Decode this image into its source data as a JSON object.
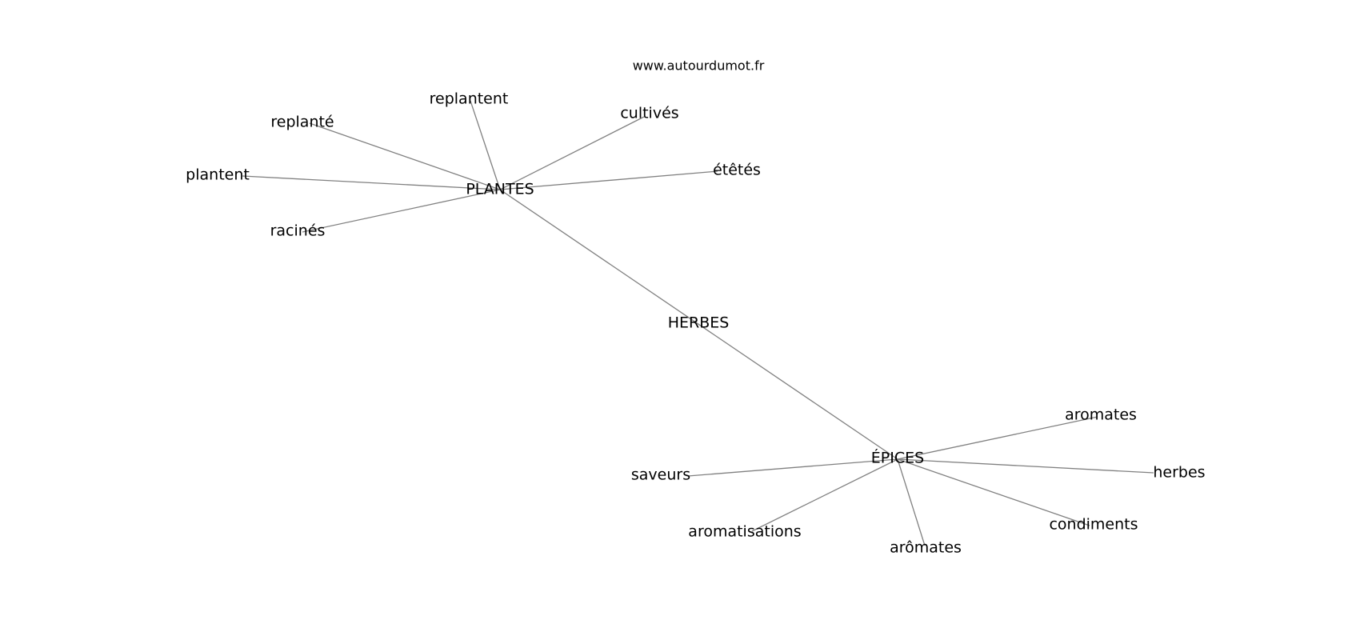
{
  "source": "www.autourdumot.fr",
  "colors": {
    "edge": "#808080",
    "text": "#000000",
    "background": "#ffffff"
  },
  "nodes": {
    "plantes": "PLANTES",
    "herbes_center": "HERBES",
    "epices": "ÉPICES",
    "replantent": "replantent",
    "replante": "replanté",
    "plantent": "plantent",
    "racines": "racinés",
    "cultives": "cultivés",
    "etetes": "étêtés",
    "saveurs": "saveurs",
    "aromatisations": "aromatisations",
    "aromates_circ": "arômates",
    "condiments": "condiments",
    "herbes": "herbes",
    "aromates": "aromates"
  }
}
